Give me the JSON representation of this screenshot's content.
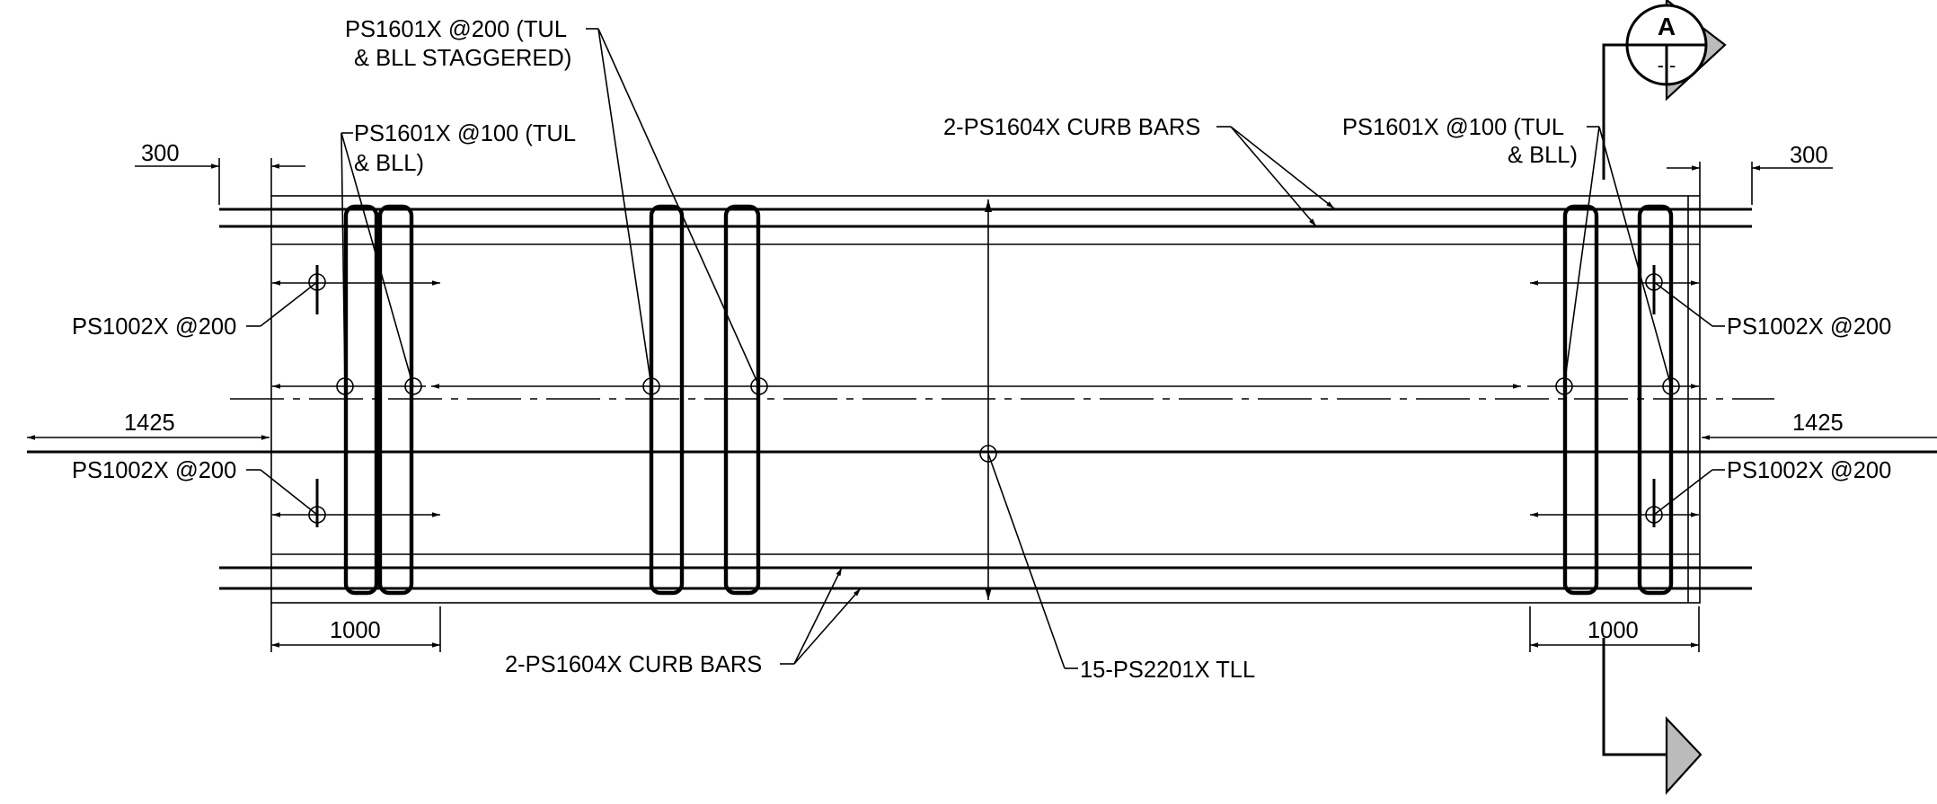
{
  "drawing": {
    "dims": {
      "left_top_offset": "300",
      "right_top_offset": "300",
      "left_length": "1425",
      "right_length": "1425",
      "left_bottom": "1000",
      "right_bottom": "1000"
    },
    "labels": {
      "ps1601_200_line1": "PS1601X @200  (TUL",
      "ps1601_200_line2": "& BLL STAGGERED)",
      "ps1601_100_left_line1": "PS1601X @100  (TUL",
      "ps1601_100_left_line2": "& BLL)",
      "curb_bars_top": "2-PS1604X  CURB BARS",
      "ps1601_100_right_line1": "PS1601X @100  (TUL",
      "ps1601_100_right_line2": "& BLL)",
      "ps1002_left_top": "PS1002X @200",
      "ps1002_left_bottom": "PS1002X @200",
      "ps1002_right_top": "PS1002X @200",
      "ps1002_right_bottom": "PS1002X @200",
      "curb_bars_bottom": "2-PS1604X  CURB BARS",
      "tll": "15-PS2201X  TLL"
    },
    "section_marker": {
      "letter": "A",
      "sheet": "-   -"
    }
  }
}
